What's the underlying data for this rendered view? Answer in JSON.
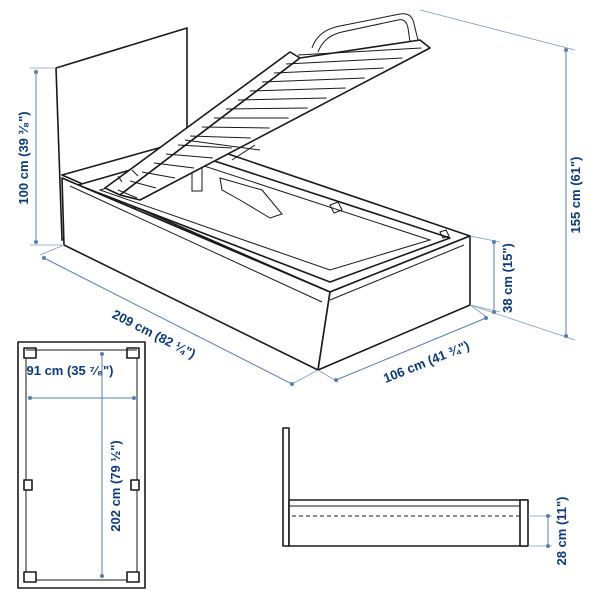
{
  "colors": {
    "dimension_text": "#0d3a7a",
    "dimension_line": "#5a7fb0",
    "drawing_line": "#1a1a1a",
    "background": "#ffffff"
  },
  "perspective_view": {
    "headboard_height": "100 cm (39 ³⁄₈\")",
    "total_height": "155 cm (61\")",
    "length": "209 cm (82 ¼\")",
    "width": "106 cm (41 ¾\")",
    "frame_height": "38 cm (15\")"
  },
  "top_view": {
    "inner_width": "91 cm (35 ⁷⁄₈\")",
    "inner_length": "202 cm (79 ½\")"
  },
  "side_section": {
    "base_height": "28 cm (11\")"
  }
}
